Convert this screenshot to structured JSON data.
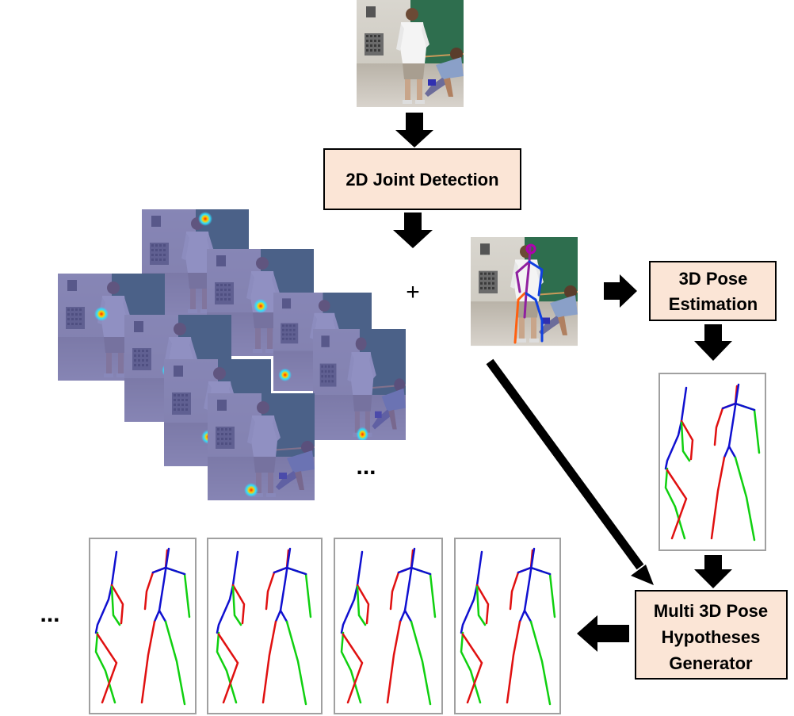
{
  "steps": {
    "joint_detection": "2D Joint Detection",
    "pose_estimation_line1": "3D Pose",
    "pose_estimation_line2": "Estimation",
    "generator_line1": "Multi 3D Pose",
    "generator_line2": "Hypotheses",
    "generator_line3": "Generator"
  },
  "symbols": {
    "plus": "+",
    "heatmap_ellipsis": "...",
    "hypotheses_ellipsis": "..."
  },
  "colors": {
    "box_fill": "#fbe5d6",
    "box_stroke": "#000000",
    "heatmap_tint": "#5a5aa8",
    "skeleton_left": "#e01010",
    "skeleton_right": "#10d010",
    "skeleton_center": "#1010d0"
  }
}
